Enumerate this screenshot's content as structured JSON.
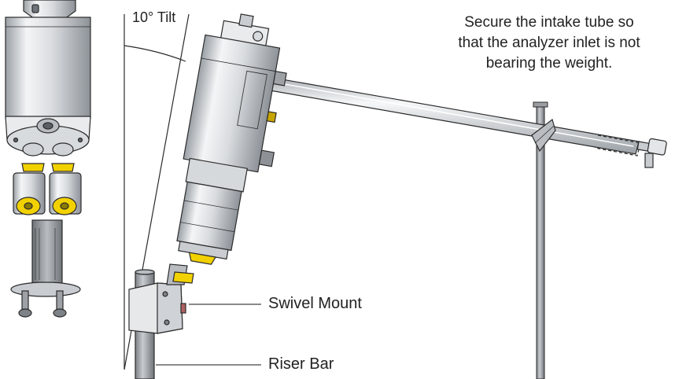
{
  "labels": {
    "tilt": "10° Tilt",
    "note_lines": [
      "Secure the intake tube so",
      "that the analyzer inlet is not",
      "bearing the weight."
    ],
    "swivel_mount": "Swivel Mount",
    "riser_bar": "Riser Bar"
  },
  "colors": {
    "outline": "#2b2b2b",
    "metal_light": "#eef0f2",
    "metal_mid": "#c9ccd0",
    "metal_dark": "#8e9297",
    "connector_yellow": "#f2d100",
    "pole": "#9a9ea3",
    "leader_line": "#444444"
  }
}
